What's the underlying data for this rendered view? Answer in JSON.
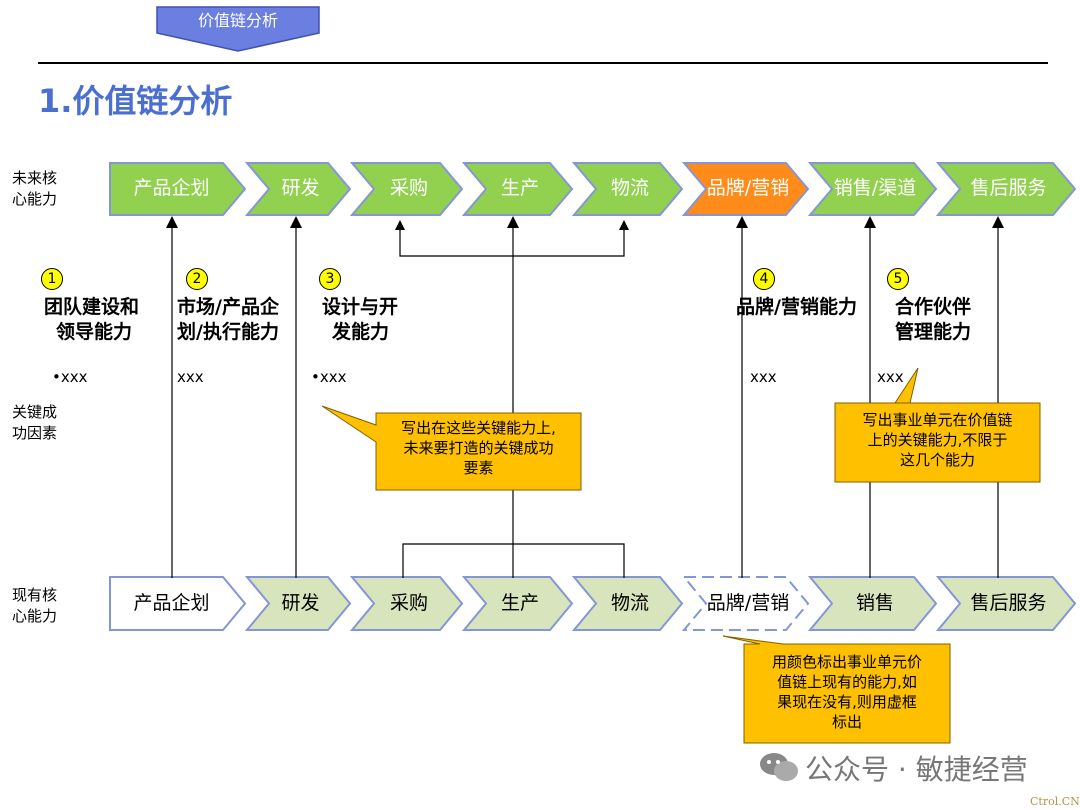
{
  "header": {
    "tag": "价值链分析",
    "title": "1.价值链分析",
    "watermark": "公众号 · 敏捷经营",
    "source": "Ctrol.CN"
  },
  "side_labels": {
    "future": "未来核心能力",
    "ksf": "关键成功因素",
    "current": "现有核心能力"
  },
  "top_chain": [
    {
      "label": "产品企划",
      "fill": "#92d050"
    },
    {
      "label": "研发",
      "fill": "#92d050"
    },
    {
      "label": "采购",
      "fill": "#92d050"
    },
    {
      "label": "生产",
      "fill": "#92d050"
    },
    {
      "label": "物流",
      "fill": "#92d050"
    },
    {
      "label": "品牌/营销",
      "fill": "#ff8c1a"
    },
    {
      "label": "销售/渠道",
      "fill": "#92d050"
    },
    {
      "label": "售后服务",
      "fill": "#92d050"
    }
  ],
  "bottom_chain": [
    {
      "label": "产品企划",
      "style": "white"
    },
    {
      "label": "研发",
      "style": "light"
    },
    {
      "label": "采购",
      "style": "light"
    },
    {
      "label": "生产",
      "style": "light"
    },
    {
      "label": "物流",
      "style": "light"
    },
    {
      "label": "品牌/营销",
      "style": "dashed"
    },
    {
      "label": "销售",
      "style": "light"
    },
    {
      "label": "售后服务",
      "style": "light"
    }
  ],
  "factors": [
    {
      "num": "1",
      "line1": "团队建设和",
      "line2": "领导能力",
      "xxx": "•xxx"
    },
    {
      "num": "2",
      "line1": "市场/产品企",
      "line2": "划/执行能力",
      "xxx": "xxx"
    },
    {
      "num": "3",
      "line1": "设计与开",
      "line2": "发能力",
      "xxx": "•xxx"
    },
    {
      "num": "4",
      "line1": "品牌/营销能力",
      "line2": "",
      "xxx": "xxx"
    },
    {
      "num": "5",
      "line1": "合作伙伴",
      "line2": "管理能力",
      "xxx": "xxx"
    }
  ],
  "notes": {
    "note1": {
      "l1": "写出在这些关键能力上,",
      "l2": "未来要打造的关键成功",
      "l3": "要素"
    },
    "note2": {
      "l1": "写出事业单元在价值链",
      "l2": "上的关键能力,不限于",
      "l3": "这几个能力"
    },
    "note3": {
      "l1": "用颜色标出事业单元价",
      "l2": "值链上现有的能力,如",
      "l3": "果现在没有,则用虚框",
      "l4": "标出"
    }
  },
  "colors": {
    "green": "#92d050",
    "orange": "#ff8c1a",
    "light_green": "#d8e4bc",
    "outline": "#8496d6",
    "note_fill": "#ffc000",
    "tag_fill": "#6a7fe0"
  }
}
